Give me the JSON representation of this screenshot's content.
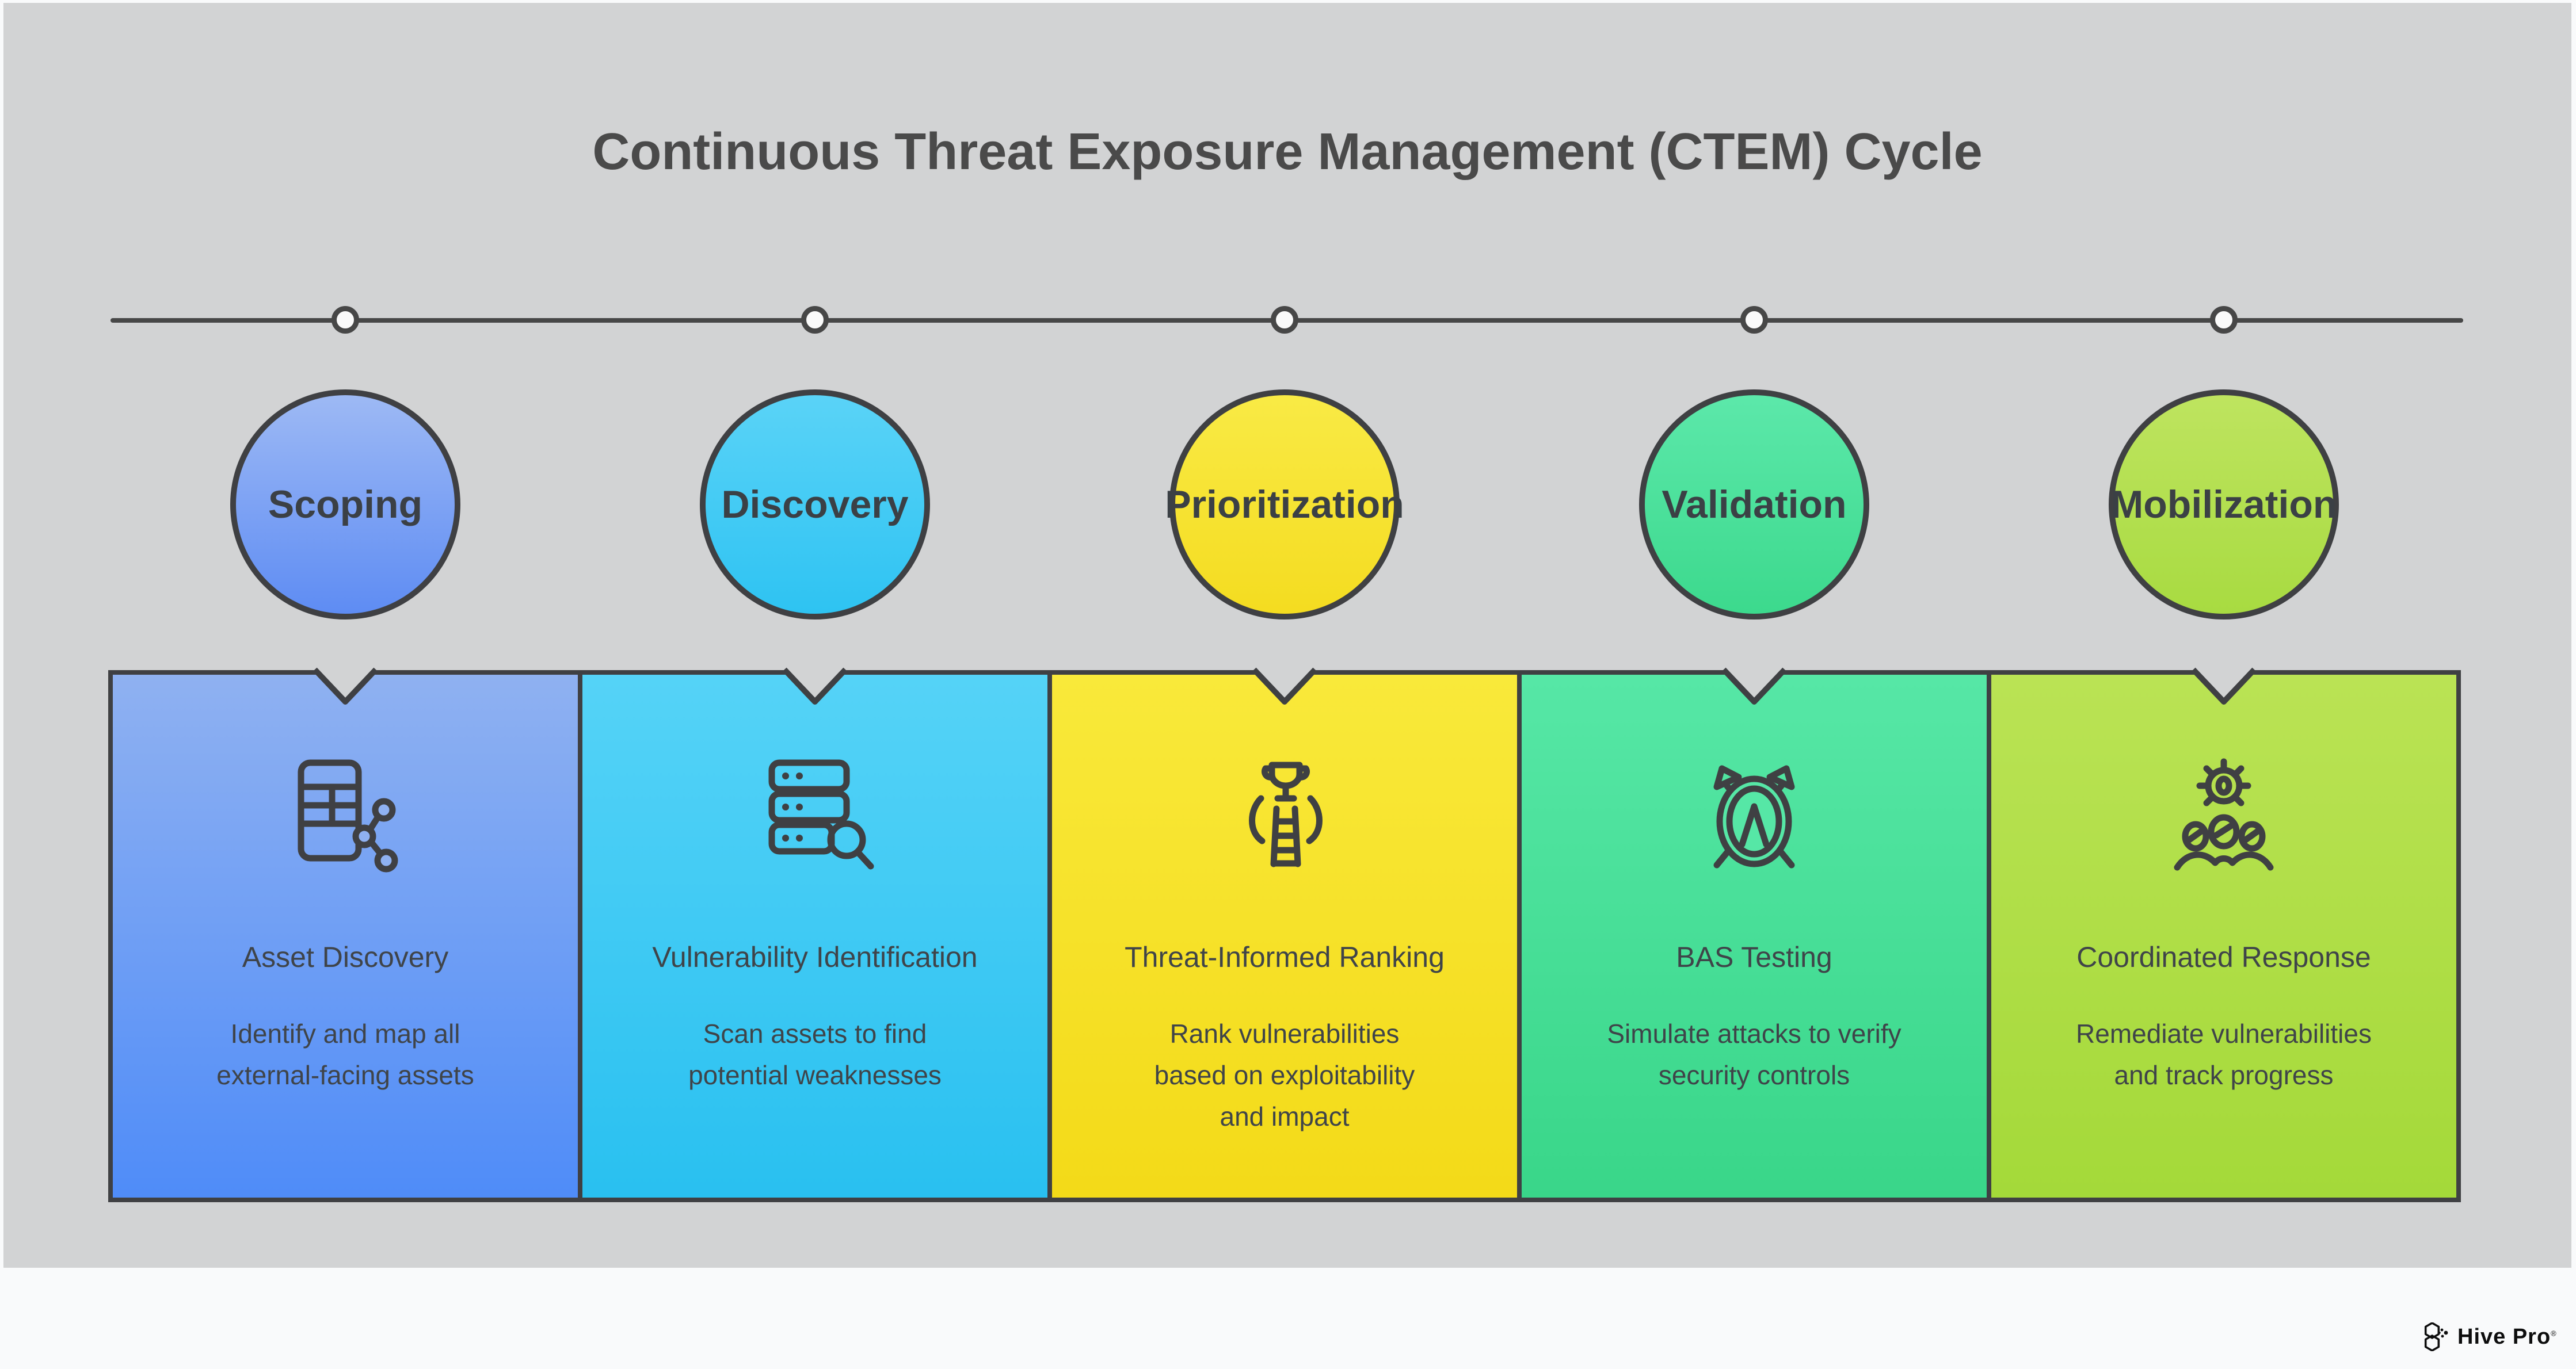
{
  "page": {
    "title": "Continuous Threat Exposure Management (CTEM) Cycle",
    "background_color": "#f9fafb",
    "canvas_color": "#d2d3d4",
    "stroke_color": "#3f4043",
    "timeline_color": "#474747",
    "title_color": "#4a4a4a",
    "text_color": "#3f4449"
  },
  "stages": [
    {
      "label": "Scoping",
      "icon": "table-network-icon",
      "card_title": "Asset Discovery",
      "card_body": "Identify and map all\nexternal-facing assets",
      "circle_gradient": [
        "#9db9f4",
        "#5e8cf3"
      ],
      "card_gradient": [
        "#8fb1f1",
        "#4f8cf8"
      ]
    },
    {
      "label": "Discovery",
      "icon": "server-search-icon",
      "card_title": "Vulnerability Identification",
      "card_body": "Scan assets to find\npotential weaknesses",
      "circle_gradient": [
        "#5ad3f7",
        "#2ec3f2"
      ],
      "card_gradient": [
        "#55d3f7",
        "#29c0f0"
      ]
    },
    {
      "label": "Prioritization",
      "icon": "trophy-ladder-icon",
      "card_title": "Threat-Informed Ranking",
      "card_body": "Rank vulnerabilities\nbased on exploitability\nand impact",
      "circle_gradient": [
        "#f9ea45",
        "#f4dc20"
      ],
      "card_gradient": [
        "#f9e93a",
        "#f3da18"
      ]
    },
    {
      "label": "Validation",
      "icon": "shield-spears-icon",
      "card_title": "BAS Testing",
      "card_body": "Simulate attacks to verify\nsecurity controls",
      "circle_gradient": [
        "#5ce8aa",
        "#3cd98d"
      ],
      "card_gradient": [
        "#56e7a6",
        "#39d689"
      ]
    },
    {
      "label": "Mobilization",
      "icon": "gear-team-icon",
      "card_title": "Coordinated Response",
      "card_body": "Remediate vulnerabilities\nand track progress",
      "circle_gradient": [
        "#bee45f",
        "#a8db41"
      ],
      "card_gradient": [
        "#bae354",
        "#a4d939"
      ]
    }
  ],
  "footer": {
    "brand": "Hive Pro",
    "registered_mark": "®"
  }
}
